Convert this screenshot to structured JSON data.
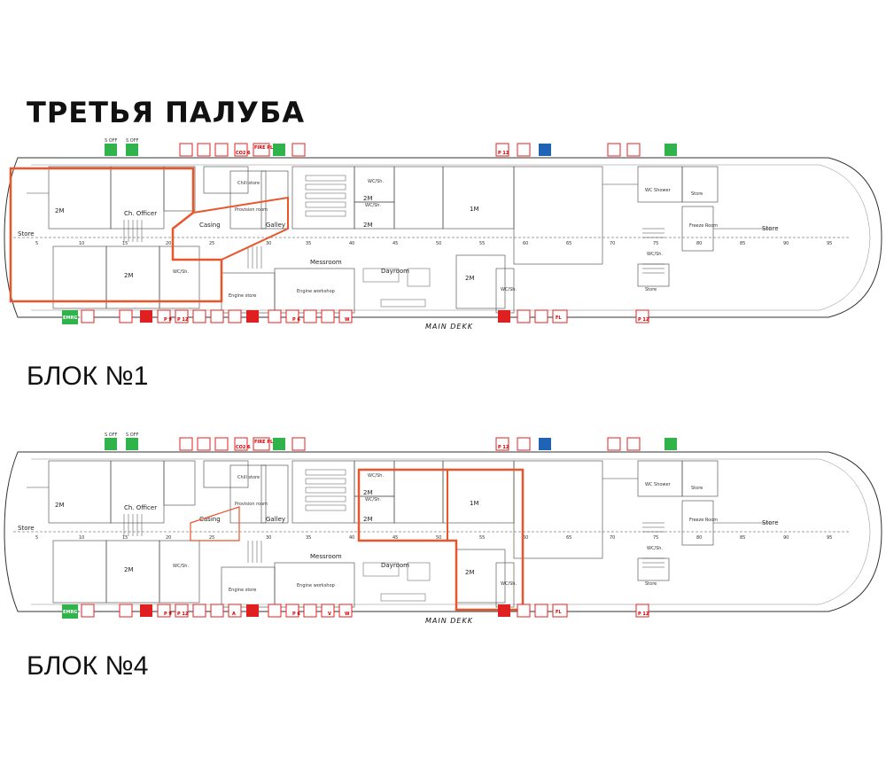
{
  "page": {
    "title": "ТРЕТЬЯ ПАЛУБА"
  },
  "colors": {
    "highlight": "#e8562a",
    "sign_red": "#e02020",
    "sign_green": "#2fb34a",
    "sign_blue": "#1f63b5",
    "line": "#333333"
  },
  "deck_name": "MAIN DEKK",
  "frame_labels": [
    "5",
    "10",
    "15",
    "20",
    "25",
    "30",
    "35",
    "40",
    "45",
    "50",
    "55",
    "60",
    "65",
    "70",
    "75",
    "80",
    "85",
    "90",
    "95"
  ],
  "room_labels": {
    "store_aft": "Store",
    "two_m_aft": "2M",
    "ch_officer": "Ch. Officer",
    "chill_store": "Chill store",
    "provision_room": "Provision room",
    "galley": "Galley",
    "casing": "Casing",
    "wc_sh_1": "WC/Sh.",
    "two_m_port": "2M",
    "engine_store": "Engine store",
    "engine_workshop": "Engine workshop",
    "messroom": "Messroom",
    "dayroom": "Dayroom",
    "wc_sh_2": "WC/Sh.",
    "wc_sh_3": "WC/Sh.",
    "two_m_a": "2M",
    "two_m_b": "2M",
    "one_m": "1M",
    "two_m_c": "2M",
    "wc_sh_4": "WC/Sh.",
    "wc_shower": "WC Shower",
    "store_fwd_1": "Store",
    "freeze_room": "Freeze Room",
    "store_fwd_2": "Store",
    "store_fwd_3": "Store",
    "wc_sh_5": "WC/Sh."
  },
  "sign_texts": {
    "fire_plan": "FIRE PLAN",
    "emergency_exit": "EMRG EXIT",
    "foam": "FL",
    "p12": "P 12",
    "p6": "P 6",
    "p9": "P 9",
    "co2_6": "CO2 6",
    "w": "W",
    "s_off": "S OFF",
    "a": "A",
    "v": "V"
  },
  "blocks": [
    {
      "label": "БЛОК №1",
      "highlight": "block-1"
    },
    {
      "label": "БЛОК №4",
      "highlight": "block-4"
    }
  ]
}
